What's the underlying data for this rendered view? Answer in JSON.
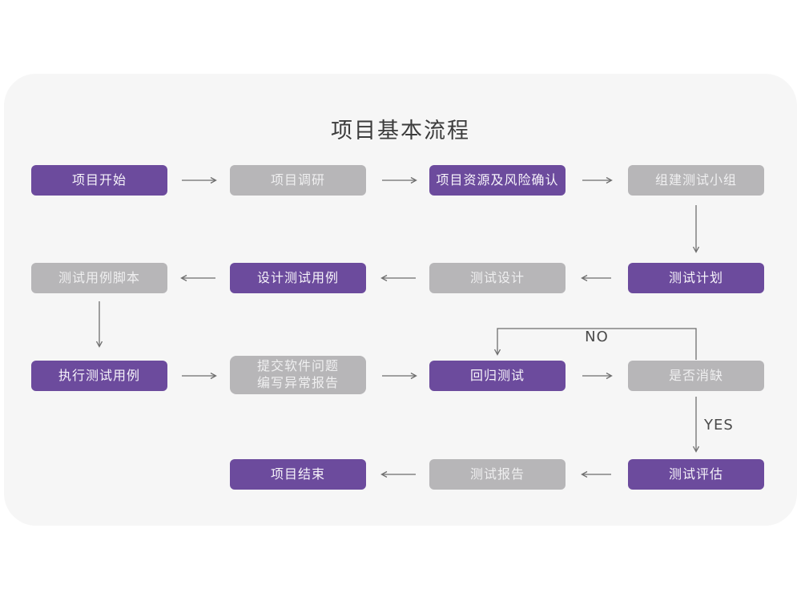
{
  "title": "项目基本流程",
  "flowchart": {
    "nodes": [
      {
        "id": "project-start",
        "label": "项目开始",
        "variant": "purple"
      },
      {
        "id": "project-research",
        "label": "项目调研",
        "variant": "gray"
      },
      {
        "id": "resource-risk-confirm",
        "label": "项目资源及风险确认",
        "variant": "purple"
      },
      {
        "id": "build-test-team",
        "label": "组建测试小组",
        "variant": "gray"
      },
      {
        "id": "test-plan",
        "label": "测试计划",
        "variant": "purple"
      },
      {
        "id": "test-design",
        "label": "测试设计",
        "variant": "gray"
      },
      {
        "id": "design-test-cases",
        "label": "设计测试用例",
        "variant": "purple"
      },
      {
        "id": "test-case-script",
        "label": "测试用例脚本",
        "variant": "gray"
      },
      {
        "id": "execute-test-cases",
        "label": "执行测试用例",
        "variant": "purple"
      },
      {
        "id": "submit-issue-report",
        "label": "提交软件问题\n编写异常报告",
        "variant": "gray"
      },
      {
        "id": "regression-test",
        "label": "回归测试",
        "variant": "purple"
      },
      {
        "id": "defect-resolved",
        "label": "是否消缺",
        "variant": "gray"
      },
      {
        "id": "test-evaluation",
        "label": "测试评估",
        "variant": "purple"
      },
      {
        "id": "test-report",
        "label": "测试报告",
        "variant": "gray"
      },
      {
        "id": "project-end",
        "label": "项目结束",
        "variant": "purple"
      }
    ],
    "branch_labels": {
      "no": "NO",
      "yes": "YES"
    },
    "colors": {
      "purple": "#6C4B9D",
      "gray": "#B7B6B8",
      "arrow": "#6E6E6E",
      "card_bg": "#F6F6F6"
    }
  }
}
